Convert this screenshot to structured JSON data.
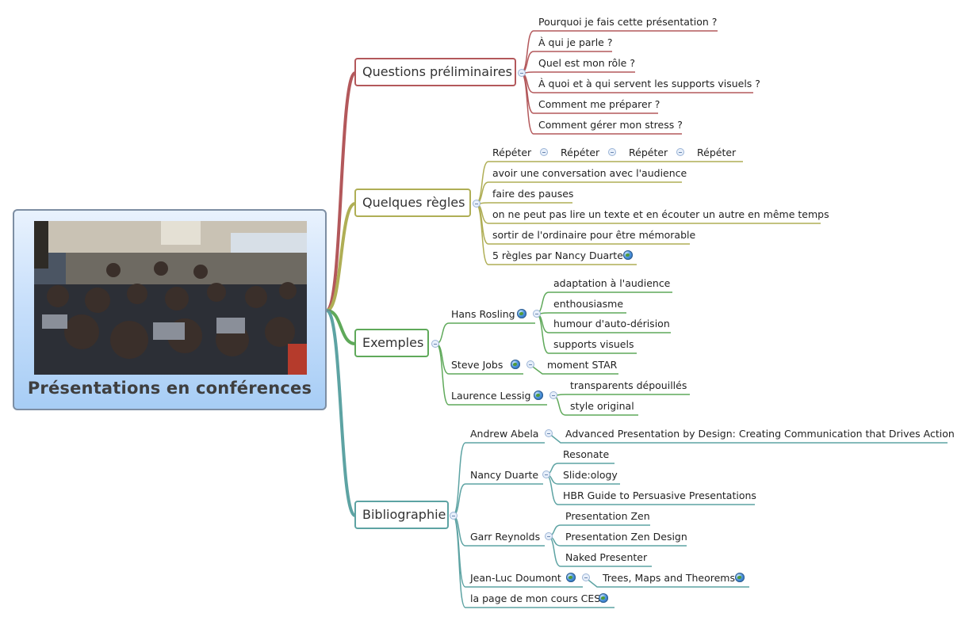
{
  "central": {
    "title": "Présentations en conférences"
  },
  "colors": {
    "questions": "#b3585b",
    "regles": "#afae55",
    "exemples": "#5fa95a",
    "biblio": "#5da3a3",
    "central_border": "#7d8ea3"
  },
  "branches": {
    "questions": {
      "label": "Questions préliminaires",
      "items": [
        "Pourquoi je fais cette présentation ?",
        "À qui je parle ?",
        "Quel est mon rôle ?",
        "À quoi et à qui servent les supports visuels ?",
        "Comment me préparer ?",
        "Comment gérer mon stress ?"
      ]
    },
    "regles": {
      "label": "Quelques règles",
      "repeter": [
        "Répéter",
        "Répéter",
        "Répéter",
        "Répéter"
      ],
      "items": [
        "avoir une conversation avec l'audience",
        "faire des pauses",
        "on ne peut pas lire un texte et en écouter un autre en même temps",
        "sortir de l'ordinaire pour être mémorable",
        "5 règles par Nancy Duarte"
      ]
    },
    "exemples": {
      "label": "Exemples",
      "rosling": {
        "name": "Hans Rosling",
        "items": [
          "adaptation à l'audience",
          "enthousiasme",
          "humour d'auto-dérision",
          "supports visuels"
        ]
      },
      "jobs": {
        "name": "Steve Jobs",
        "item": "moment STAR"
      },
      "lessig": {
        "name": "Laurence Lessig",
        "items": [
          "transparents dépouillés",
          "style original"
        ]
      }
    },
    "biblio": {
      "label": "Bibliographie",
      "abela": {
        "name": "Andrew Abela",
        "item": "Advanced Presentation by Design: Creating Communication that Drives Action"
      },
      "duarte": {
        "name": "Nancy Duarte",
        "items": [
          "Resonate",
          "Slide:ology",
          "HBR Guide to Persuasive Presentations"
        ]
      },
      "reynolds": {
        "name": "Garr Reynolds",
        "items": [
          "Presentation Zen",
          "Presentation Zen Design",
          "Naked Presenter"
        ]
      },
      "doumont": {
        "name": "Jean-Luc Doumont",
        "item": "Trees, Maps and Theorems"
      },
      "ces": "la page de mon cours CES"
    }
  }
}
